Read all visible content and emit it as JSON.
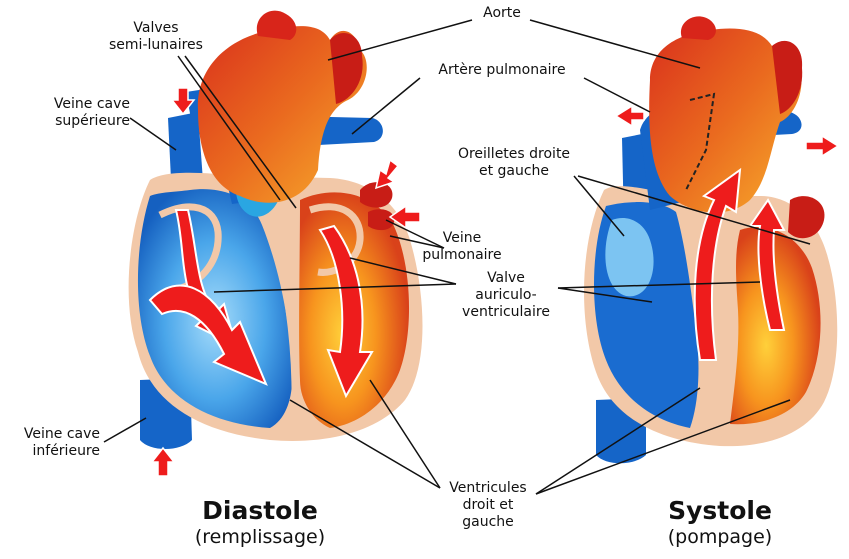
{
  "labels": {
    "aorte": "Aorte",
    "artere_pulmonaire": "Artère pulmonaire",
    "valves_semi_lunaires": [
      "Valves",
      "semi-lunaires"
    ],
    "veine_cave_superieure": [
      "Veine cave",
      "supérieure"
    ],
    "oreillettes": [
      "Oreilletes droite",
      "et gauche"
    ],
    "veine_pulmonaire": [
      "Veine",
      "pulmonaire"
    ],
    "valve_av": [
      "Valve",
      "auriculo-",
      "ventriculaire"
    ],
    "veine_cave_inferieure": [
      "Veine cave",
      "inférieure"
    ],
    "ventricules": [
      "Ventricules",
      "droit et",
      "gauche"
    ]
  },
  "diastole": {
    "title": "Diastole",
    "subtitle": "(remplissage)"
  },
  "systole": {
    "title": "Systole",
    "subtitle": "(pompage)"
  },
  "colors": {
    "blue": "#1565c8",
    "light_blue": "#5ab0ee",
    "red": "#d42a1e",
    "orange": "#f08a1e",
    "wall": "#f2c8a8",
    "arrow": "#ee1c1c"
  }
}
